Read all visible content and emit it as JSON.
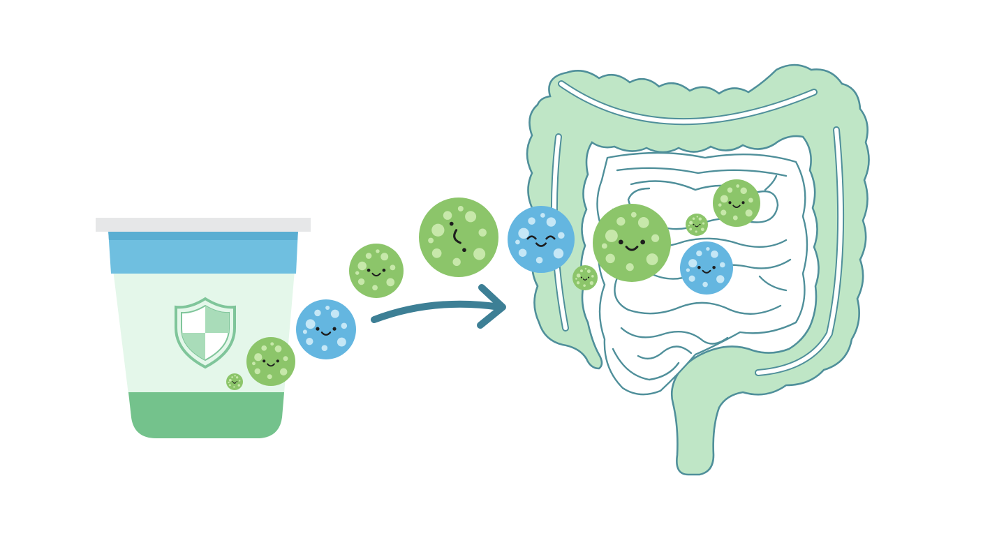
{
  "colors": {
    "background": "#ffffff",
    "cup_lid": "#e6e7e8",
    "cup_band": "#6fbfe0",
    "cup_band_dark": "#5aaed2",
    "cup_body": "#e4f7ea",
    "cup_base": "#74c28c",
    "shield_fill": "#a9dcb9",
    "shield_stroke": "#7fc59a",
    "arrow": "#3d7f95",
    "intestine_fill": "#bfe6c6",
    "intestine_stroke": "#4f8f9a",
    "green_microbe": "#8cc56a",
    "green_spot": "#c7e8aa",
    "blue_microbe": "#64b6e0",
    "blue_spot": "#c5e7f6",
    "face": "#1d1d1d"
  },
  "icons": {
    "shield": "shield-icon",
    "arrow": "arrow-right-icon"
  },
  "microbes": [
    {
      "kind": "green",
      "face": "smile"
    },
    {
      "kind": "green",
      "face": "smile"
    },
    {
      "kind": "blue",
      "face": "smile"
    },
    {
      "kind": "green",
      "face": "smile"
    },
    {
      "kind": "green",
      "face": "tilted"
    },
    {
      "kind": "blue",
      "face": "happy"
    },
    {
      "kind": "green",
      "face": "smile"
    },
    {
      "kind": "green",
      "face": "smile"
    },
    {
      "kind": "green",
      "face": "smile"
    },
    {
      "kind": "green",
      "face": "smile"
    },
    {
      "kind": "blue",
      "face": "smile"
    }
  ]
}
